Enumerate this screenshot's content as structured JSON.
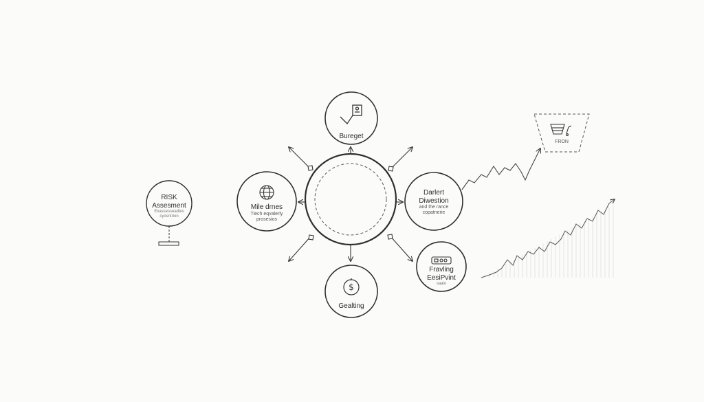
{
  "nodes": {
    "budget": {
      "label": "Bureget"
    },
    "risk": {
      "title": "RISK",
      "subtitle": "Assesment",
      "desc1": "Exassesseadles",
      "desc2": "cyosntrion"
    },
    "milestones": {
      "title": "Mile drnes",
      "desc1": "Tiech eqvalerly",
      "desc2": "prosesios"
    },
    "dashboard": {
      "title": "Darlert",
      "subtitle": "Diwestion",
      "desc1": "and the rance",
      "desc2": "copatnerie"
    },
    "tracking": {
      "title": "Fravling",
      "subtitle": "EesiPvint",
      "desc1": "saaio"
    },
    "funding": {
      "label": "Gealting"
    },
    "callout": {
      "label": "FRON"
    }
  },
  "icons": {
    "budget": "check-clipboard-icon",
    "milestones": "globe-icon",
    "funding": "dollar-clock-icon",
    "tracking": "gauge-display-icon",
    "callout": "cart-icon"
  },
  "colors": {
    "stroke": "#2e2e2e",
    "background": "#fbfbfa",
    "faint": "#cfcfcf"
  }
}
